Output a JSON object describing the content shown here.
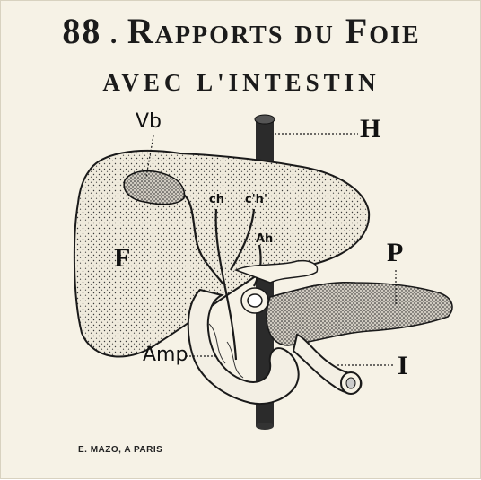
{
  "title": {
    "number": "88",
    "line1": "Rapports du Foie",
    "line2": "avec l'Intestin"
  },
  "labels": {
    "vb": "Vb",
    "h": "H",
    "f": "F",
    "ch": "ch",
    "ch_prime": "c'h'",
    "ah": "Ah",
    "p": "P",
    "amp": "Amp",
    "i": "I"
  },
  "publisher": "E. MAZO, A PARIS",
  "colors": {
    "ink": "#1a1a1a",
    "paper": "#f6f2e6",
    "organ_fill": "#eeeadf"
  }
}
